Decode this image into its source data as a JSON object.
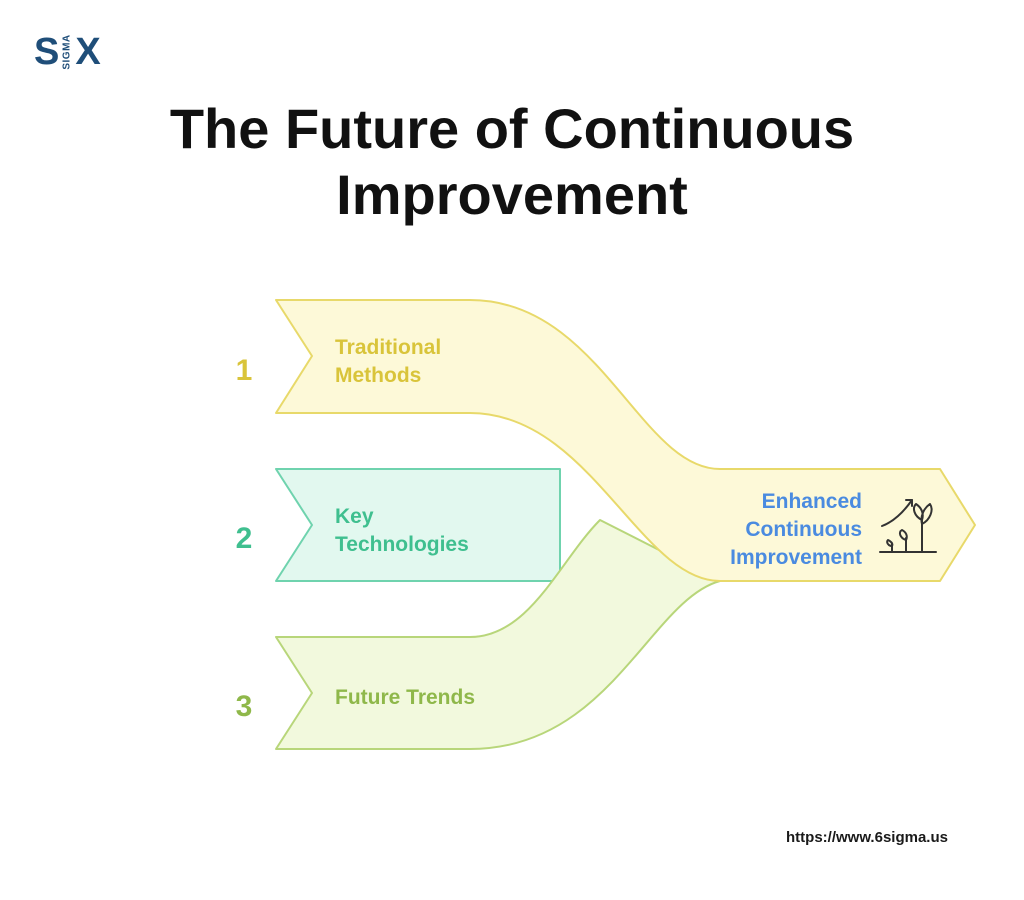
{
  "logo": {
    "left": "S",
    "middle": "SIGMA",
    "right": "X"
  },
  "title": {
    "line1": "The Future of Continuous",
    "line2": "Improvement"
  },
  "inputs": [
    {
      "number": "1",
      "line1": "Traditional",
      "line2": "Methods",
      "color": "#d9c43a",
      "fill": "#fdf9d8",
      "stroke": "#e8d96a"
    },
    {
      "number": "2",
      "line1": "Key",
      "line2": "Technologies",
      "color": "#3fbf8f",
      "fill": "#e2f8ef",
      "stroke": "#6fd3ae"
    },
    {
      "number": "3",
      "line1": "Future Trends",
      "line2": "",
      "color": "#8fb84a",
      "fill": "#f2f9dd",
      "stroke": "#b8d67a"
    }
  ],
  "output": {
    "line1": "Enhanced",
    "line2": "Continuous",
    "line3": "Improvement",
    "color": "#4a8be0",
    "icon": "growth-plant-icon"
  },
  "footer": {
    "url": "https://www.6sigma.us"
  }
}
